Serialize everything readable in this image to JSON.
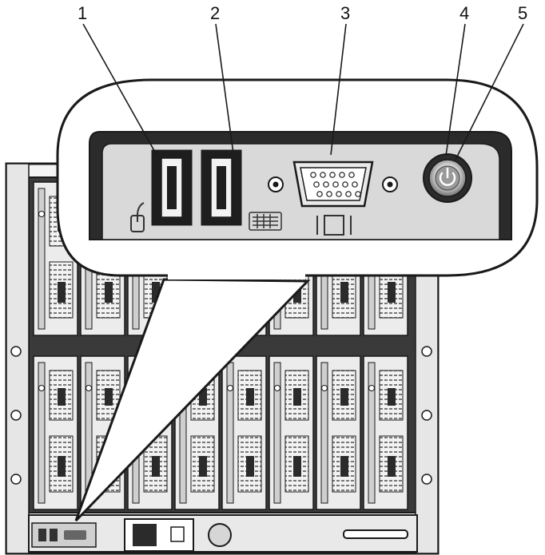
{
  "callouts": [
    {
      "number": "1",
      "item": "usb-port-mouse"
    },
    {
      "number": "2",
      "item": "usb-port-keyboard"
    },
    {
      "number": "3",
      "item": "video-connector"
    },
    {
      "number": "4",
      "item": "power-button"
    },
    {
      "number": "5",
      "item": "power-indicator"
    }
  ],
  "icons": {
    "usb_mouse": "mouse-icon",
    "usb_keyboard": "keyboard-icon",
    "video": "monitor-icon",
    "power": "power-icon"
  },
  "chassis": {
    "rows": 2,
    "slots_per_row": 8
  },
  "colors": {
    "outline": "#1a1a1a",
    "panel_fill": "#2b2b2b",
    "bezel_fill": "#d9d9d9",
    "power_glow": "#8a8a8a"
  }
}
